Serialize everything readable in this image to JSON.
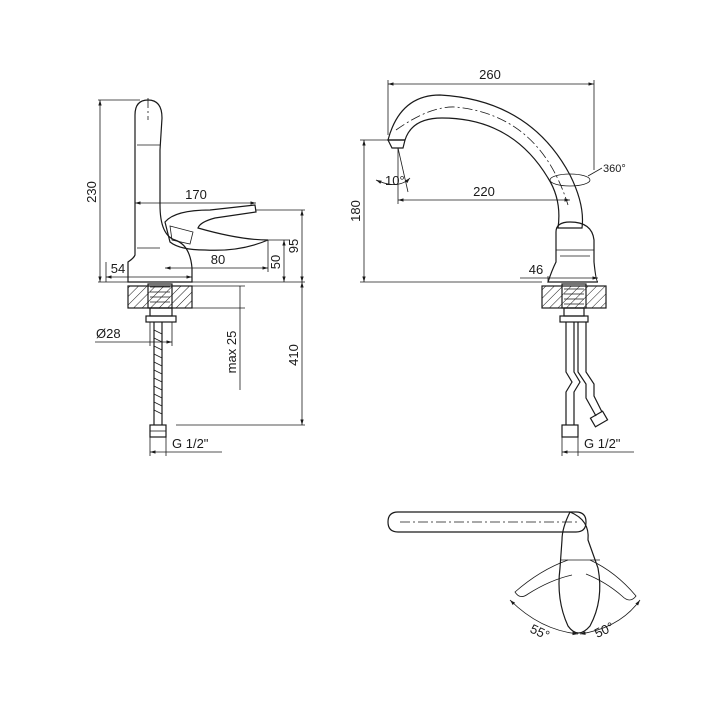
{
  "side_view": {
    "dim_height": "230",
    "dim_reach": "170",
    "dim_lever_height": "95",
    "dim_base_height": "50",
    "dim_lever_length": "80",
    "dim_base_diameter": "54",
    "dim_shank_diameter": "Ø28",
    "dim_max_counter": "max 25",
    "dim_hose_length": "410",
    "dim_thread": "G 1/2\""
  },
  "front_view": {
    "dim_spout_width": "260",
    "dim_spout_height": "180",
    "dim_spout_reach": "220",
    "dim_tilt_angle": "10°",
    "dim_rotation": "360°",
    "dim_base_diameter": "46",
    "dim_thread": "G 1/2\""
  },
  "top_view": {
    "angle_left": "55°",
    "angle_right": "50°"
  }
}
